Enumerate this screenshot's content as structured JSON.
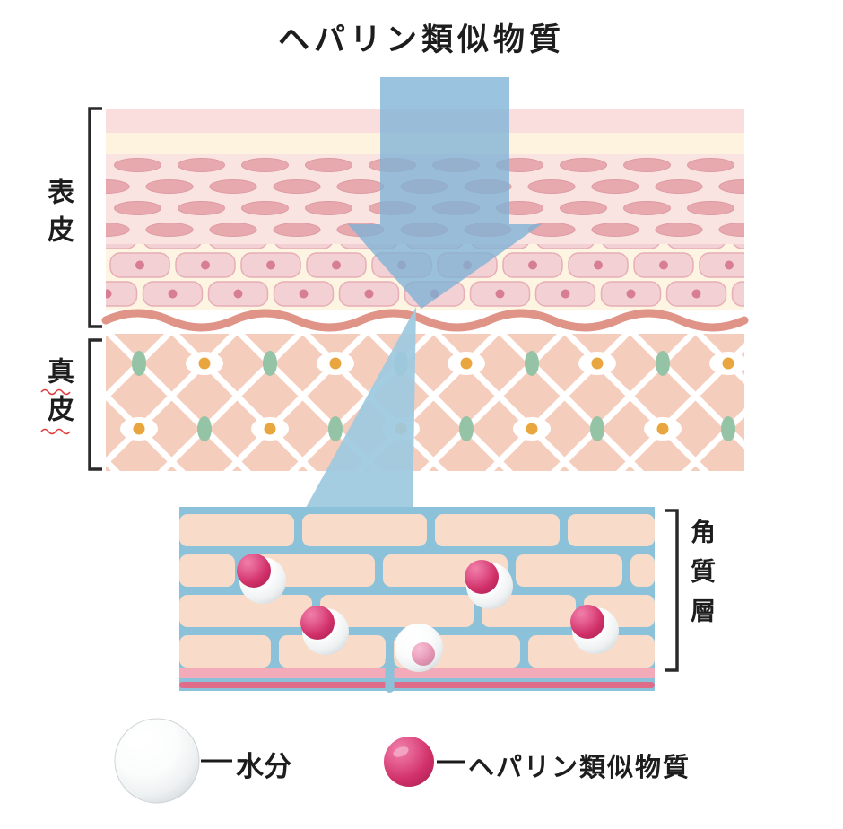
{
  "title": "ヘパリン類似物質",
  "labels": {
    "epidermis": "表皮",
    "dermis": "真皮",
    "stratum_corneum": "角質層"
  },
  "legend": {
    "moisture_label": "水分",
    "heparinoid_label": "ヘパリン類似物質"
  },
  "colors": {
    "arrow_blue": "#7db2d6",
    "beam_blue": "#9dc9e0",
    "inset_blue": "#8cc2d9",
    "skin_top_pink": "#fadedd",
    "skin_cream": "#fdf3de",
    "epidermis_cell_pink": "#e7a9ae",
    "granular_cell_pink": "#f3d0d3",
    "granular_dot_pink": "#d87e93",
    "basement_salmon": "#e09488",
    "dermis_peach": "#f5cdbd",
    "lattice_white": "#ffffff",
    "node_green": "#95c3a6",
    "nucleus_orange": "#eaa63e",
    "brick_peach": "#f8dcc9",
    "bottom_band_pink": "#f3aab9",
    "bottom_line_pink": "#df6d89",
    "heparinoid_pink": "#d03168",
    "moisture_white": "#f4f6f7",
    "bracket_black": "#2a2a2a",
    "squiggle_red": "#e23a3a"
  }
}
